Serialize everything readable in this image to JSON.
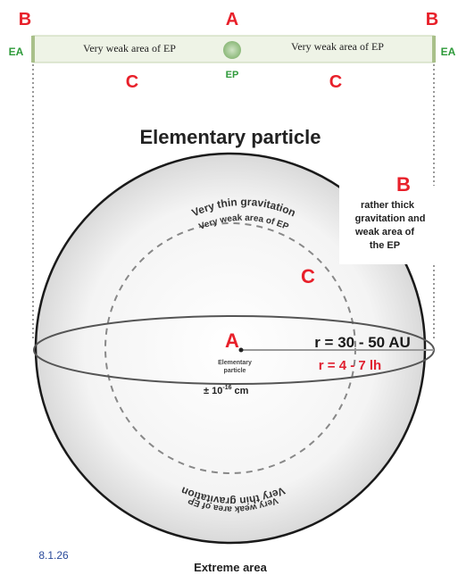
{
  "colors": {
    "red": "#e8202a",
    "green": "#2e9a3a",
    "bar_fill": "#eef3e6",
    "bar_edge": "#a9c08a",
    "ep_dot": "#9cc58a",
    "sphere_stroke": "#1a1a1a",
    "figure_id": "#2a4a9a",
    "radius_red": "#e02030"
  },
  "top_bar": {
    "label_a": "A",
    "label_b_left": "B",
    "label_b_right": "B",
    "ea_left": "EA",
    "ea_right": "EA",
    "weak_left": "Very weak area of EP",
    "weak_right": "Very weak area of EP",
    "ep_label": "EP",
    "c_left": "C",
    "c_right": "C"
  },
  "title": "Elementary particle",
  "sphere": {
    "label_b": "B",
    "b_note": [
      "rather thick",
      "gravitation and",
      "weak area of",
      "the EP"
    ],
    "arc_top_line1": "Very thin gravitation",
    "arc_top_line2": "Very weak area of EP",
    "arc_bottom_line1": "Very thin gravitation",
    "arc_bottom_line2": "Very weak area of EP",
    "label_c": "C",
    "label_a": "A",
    "center_caption_line1": "Elementary",
    "center_caption_line2": "particle",
    "size_prefix": "±",
    "size_value": "10",
    "size_exp": "-16",
    "size_unit": "cm",
    "radius_au": "r = 30 - 50 AU",
    "radius_lh": "r = 4 - 7 lh"
  },
  "extreme_area": "Extreme area",
  "figure_id": "8.1.26"
}
